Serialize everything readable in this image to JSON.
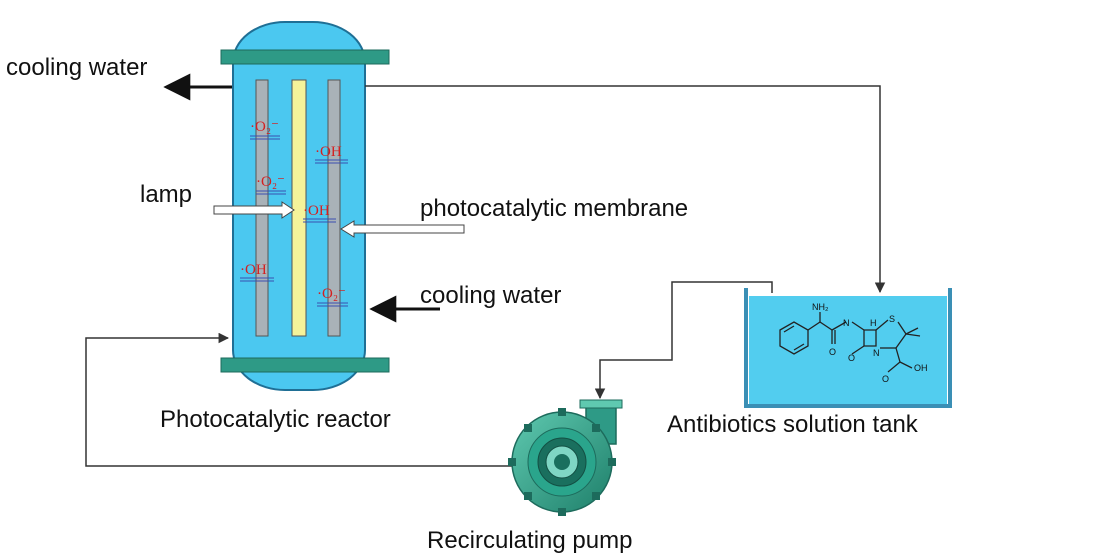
{
  "labels": {
    "cooling_water_out": "cooling water",
    "cooling_water_in": "cooling water",
    "lamp": "lamp",
    "membrane": "photocatalytic membrane",
    "reactor": "Photocatalytic reactor",
    "tank": "Antibiotics solution tank",
    "pump": "Recirculating pump"
  },
  "radicals": {
    "o2_a": "·O₂⁻",
    "oh_a": "·OH",
    "o2_b": "·O₂⁻",
    "oh_b": "·OH",
    "oh_c": "·OH",
    "o2_c": "·O₂⁻"
  },
  "chem": {
    "nh2": "NH₂",
    "nh": "H\nN",
    "h": "H",
    "s": "S",
    "n": "N",
    "o1": "O",
    "o2": "O",
    "oh": "OH"
  },
  "colors": {
    "reactor_fill": "#4bc8f0",
    "reactor_stroke": "#1f6f95",
    "flange": "#2e9a86",
    "lamp": "#f5f39a",
    "membrane": "#a9b2b8",
    "tank_water": "#52cdef",
    "pump": "#2e9a86",
    "radical": "#d42020"
  }
}
